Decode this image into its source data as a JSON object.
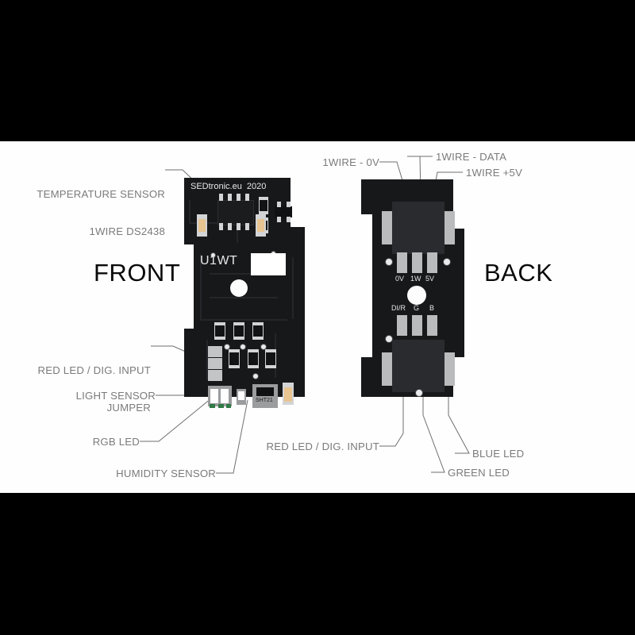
{
  "canvas": {
    "background_color": "#fefefe",
    "letterbox_color": "#000000"
  },
  "views": {
    "front_label": "FRONT",
    "back_label": "BACK"
  },
  "silkscreen": {
    "brand": "SEDtronic.eu  2020",
    "designator": "U1WT",
    "humidity_part": "SHT21",
    "back_pads_top": [
      "0V",
      "1W",
      "5V"
    ],
    "back_pads_bottom": [
      "DI/R",
      "G",
      "B"
    ]
  },
  "callouts": {
    "temperature_sensor": {
      "line1": "TEMPERATURE SENSOR",
      "line2": "1WIRE DS2438"
    },
    "red_led_jumper": {
      "line1": "RED LED / DIG. INPUT",
      "line2": "JUMPER"
    },
    "light_sensor": "LIGHT SENSOR",
    "rgb_led": "RGB LED",
    "humidity_sensor": "HUMIDITY SENSOR",
    "red_led_dig_input": "RED LED / DIG. INPUT",
    "onewire_0v": "1WIRE - 0V",
    "onewire_data": "1WIRE - DATA",
    "onewire_5v": "1WIRE +5V",
    "blue_led": "BLUE LED",
    "green_led": "GREEN LED"
  },
  "colors": {
    "label_text": "#7b7b7b",
    "heading_text": "#0a0a0a",
    "pcb_solder_mask": "#17181a",
    "pad_metal": "#b9bbbd",
    "gold_pad": "#e8c491"
  }
}
